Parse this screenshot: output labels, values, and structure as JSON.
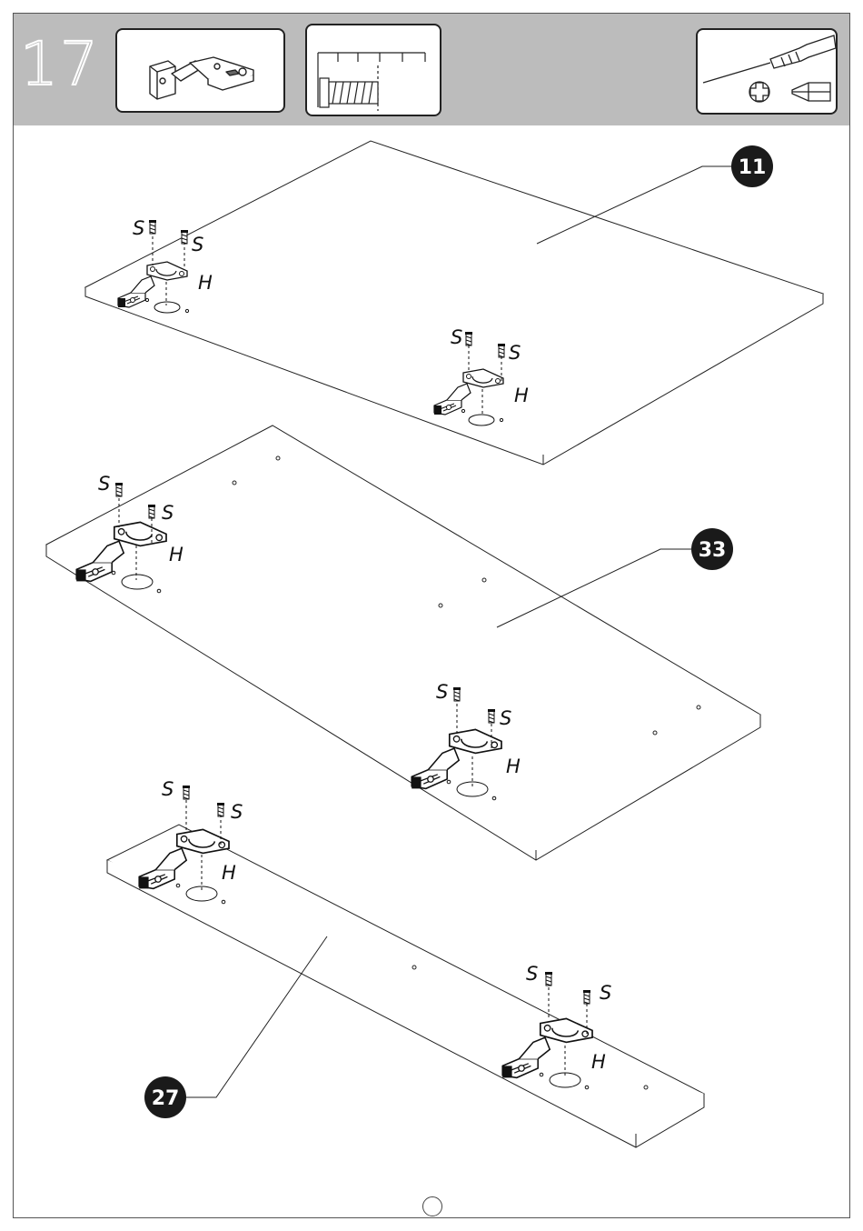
{
  "step": {
    "number": "17"
  },
  "tools": {
    "items": [
      "screwdriver-icon",
      "phillips-tip-icon",
      "flat-tip-icon"
    ]
  },
  "labels": {
    "screw": "S",
    "hinge": "H"
  },
  "parts": [
    {
      "number": "11"
    },
    {
      "number": "33"
    },
    {
      "number": "27"
    }
  ],
  "colors": {
    "header": "#bcbcbc",
    "badge": "#1a1a1a",
    "line": "#222222"
  }
}
